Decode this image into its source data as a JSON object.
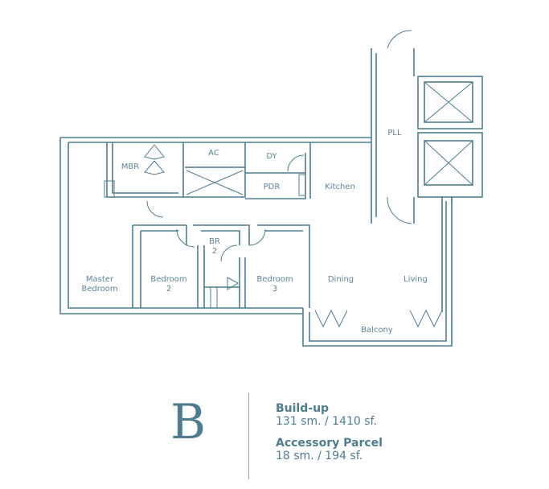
{
  "plan": {
    "rooms": {
      "mbr": "MBR",
      "ac": "AC",
      "dy": "DY",
      "pdr": "PDR",
      "kitchen": "Kitchen",
      "pll": "PLL",
      "master_bedroom_1": "Master",
      "master_bedroom_2": "Bedroom",
      "bedroom2_1": "Bedroom",
      "bedroom2_2": "2",
      "br2_1": "BR",
      "br2_2": "2",
      "bedroom3_1": "Bedroom",
      "bedroom3_2": "3",
      "dining": "Dining",
      "living": "Living",
      "balcony": "Balcony"
    }
  },
  "legend": {
    "unit_type": "B",
    "buildup_label": "Build-up",
    "buildup_value": "131 sm. / 1410 sf.",
    "accessory_label": "Accessory Parcel",
    "accessory_value": "18 sm. / 194 sf."
  },
  "colors": {
    "primary": "#4f7d90"
  }
}
